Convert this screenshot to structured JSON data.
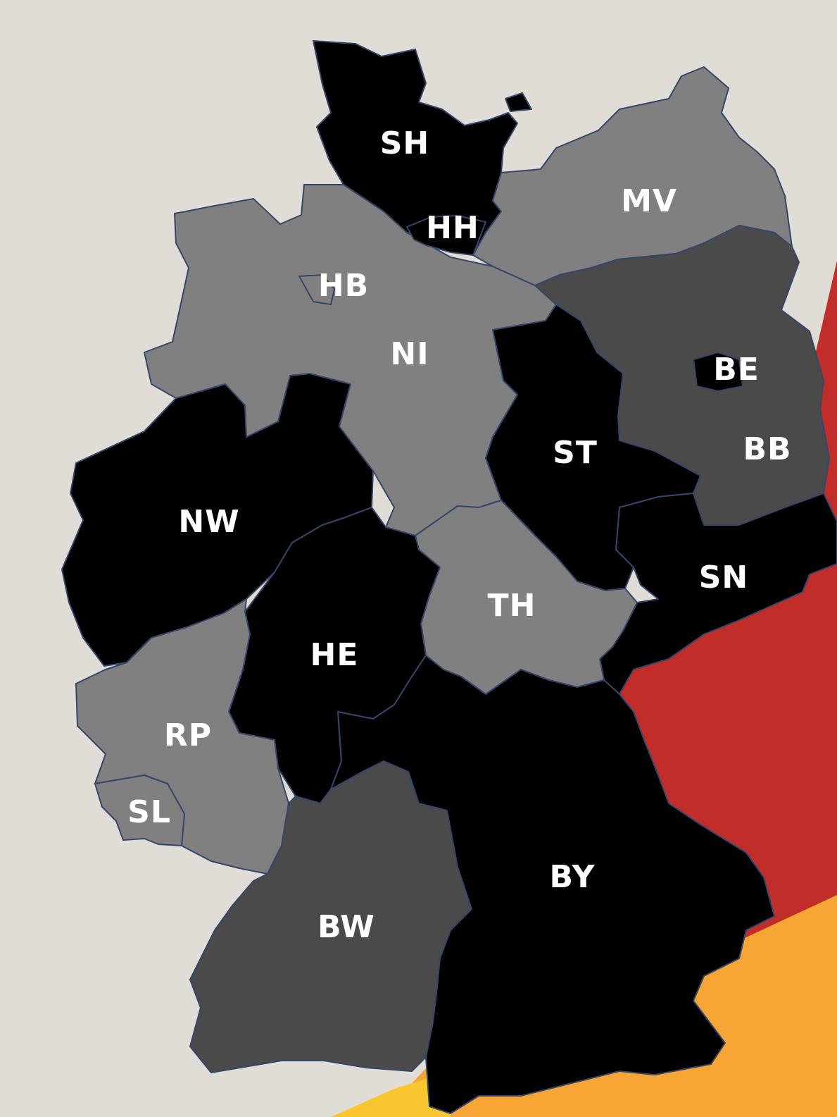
{
  "map": {
    "colors": {
      "background": "#e0ddd7",
      "black": "#000000",
      "dark_gray": "#4a4a4a",
      "light_gray": "#808080",
      "red": "#c12e2a",
      "orange": "#f7a535",
      "yellow": "#f9c62f",
      "border": "#34466a",
      "label": "#ffffff"
    },
    "states": [
      {
        "code": "SH",
        "label": "SH",
        "fill": "black"
      },
      {
        "code": "HH",
        "label": "HH",
        "fill": "black"
      },
      {
        "code": "MV",
        "label": "MV",
        "fill": "light_gray"
      },
      {
        "code": "HB",
        "label": "HB",
        "fill": "light_gray"
      },
      {
        "code": "NI",
        "label": "NI",
        "fill": "light_gray"
      },
      {
        "code": "BE",
        "label": "BE",
        "fill": "black"
      },
      {
        "code": "BB",
        "label": "BB",
        "fill": "dark_gray"
      },
      {
        "code": "ST",
        "label": "ST",
        "fill": "black"
      },
      {
        "code": "NW",
        "label": "NW",
        "fill": "black"
      },
      {
        "code": "SN",
        "label": "SN",
        "fill": "black"
      },
      {
        "code": "TH",
        "label": "TH",
        "fill": "light_gray"
      },
      {
        "code": "HE",
        "label": "HE",
        "fill": "black"
      },
      {
        "code": "RP",
        "label": "RP",
        "fill": "light_gray"
      },
      {
        "code": "SL",
        "label": "SL",
        "fill": "light_gray"
      },
      {
        "code": "BY",
        "label": "BY",
        "fill": "black"
      },
      {
        "code": "BW",
        "label": "BW",
        "fill": "dark_gray"
      }
    ]
  }
}
